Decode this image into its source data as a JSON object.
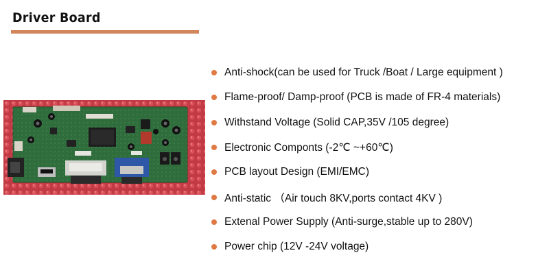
{
  "header": {
    "title": "Driver Board",
    "accent_color": "#d2855a"
  },
  "image": {
    "subject": "driver-board-photo"
  },
  "bullet_color": "#e07a45",
  "features": [
    "Anti-shock(can be used for Truck /Boat / Large equipment )",
    "Flame-proof/ Damp-proof (PCB is made of FR-4 materials)",
    "Withstand Voltage (Solid CAP,35V /105 degree)",
    "Electronic Componts (-2℃ ~+60℃)",
    "PCB layout Design (EMI/EMC)",
    "Anti-static （Air touch 8KV,ports contact 4KV )",
    "Extenal Power Supply (Anti-surge,stable up to 280V)",
    "Power chip (12V -24V voltage)"
  ]
}
